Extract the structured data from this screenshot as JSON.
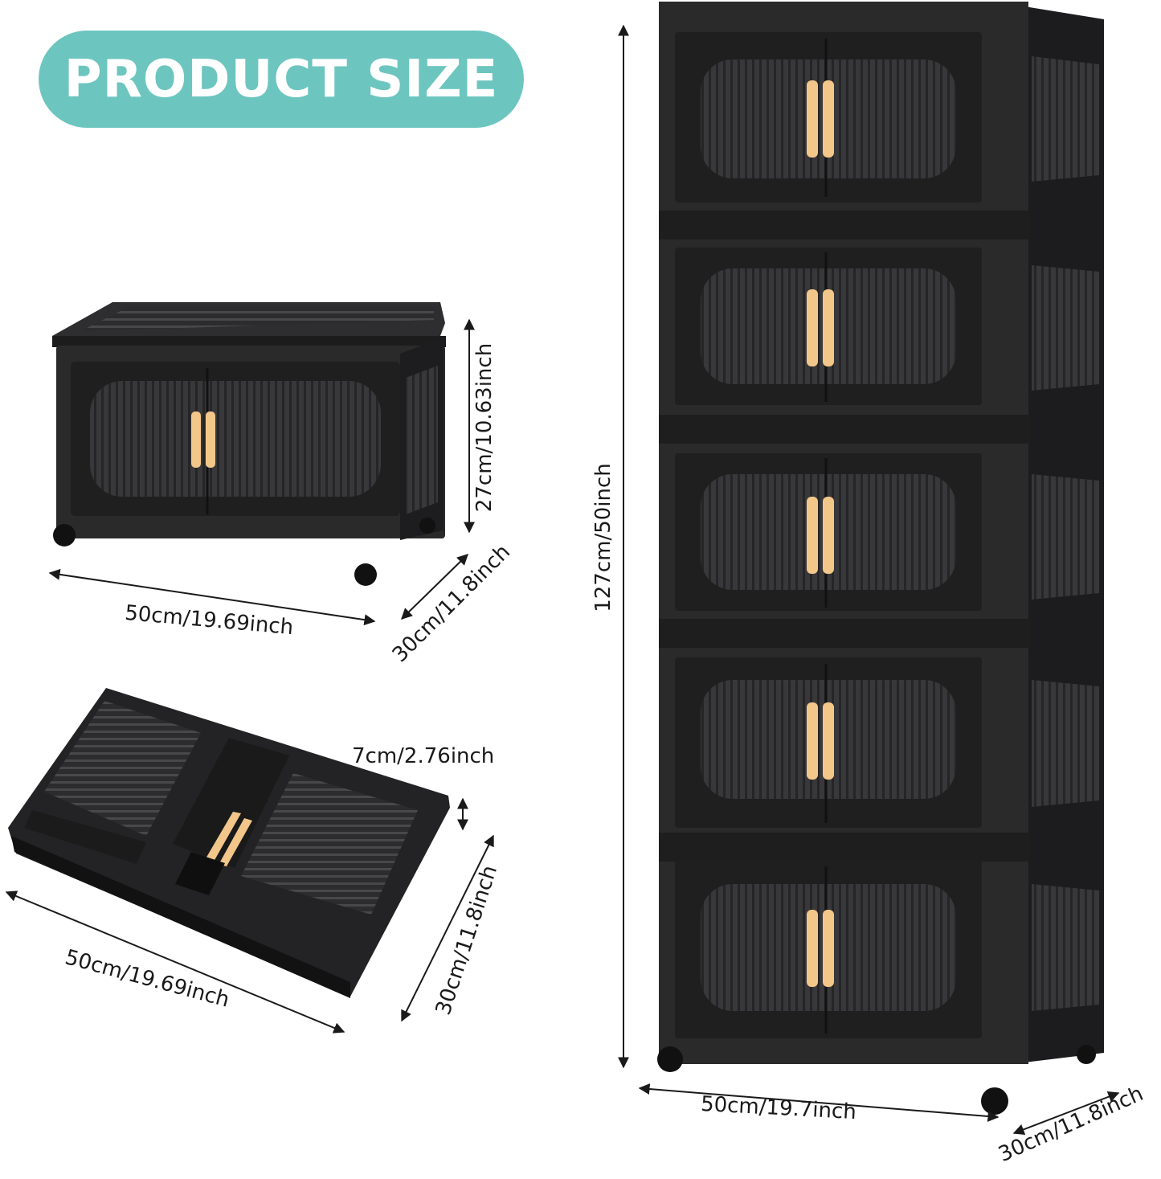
{
  "header": {
    "title": "PRODUCT SIZE"
  },
  "colors": {
    "badge": "#6cc6bf",
    "cabinet": "#2a2a2b",
    "cabinet_dark": "#141415",
    "panel": "#3a3a3c",
    "handle": "#f3c68a",
    "dim_line": "#1a1a1a"
  },
  "single_box": {
    "height": "27cm/10.63inch",
    "width": "50cm/19.69inch",
    "depth": "30cm/11.8inch"
  },
  "folded_box": {
    "thickness": "7cm/2.76inch",
    "width": "50cm/19.69inch",
    "depth": "30cm/11.8inch"
  },
  "tower": {
    "height": "127cm/50inch",
    "width": "50cm/19.7inch",
    "depth": "30cm/11.8inch",
    "tiers": 5
  }
}
